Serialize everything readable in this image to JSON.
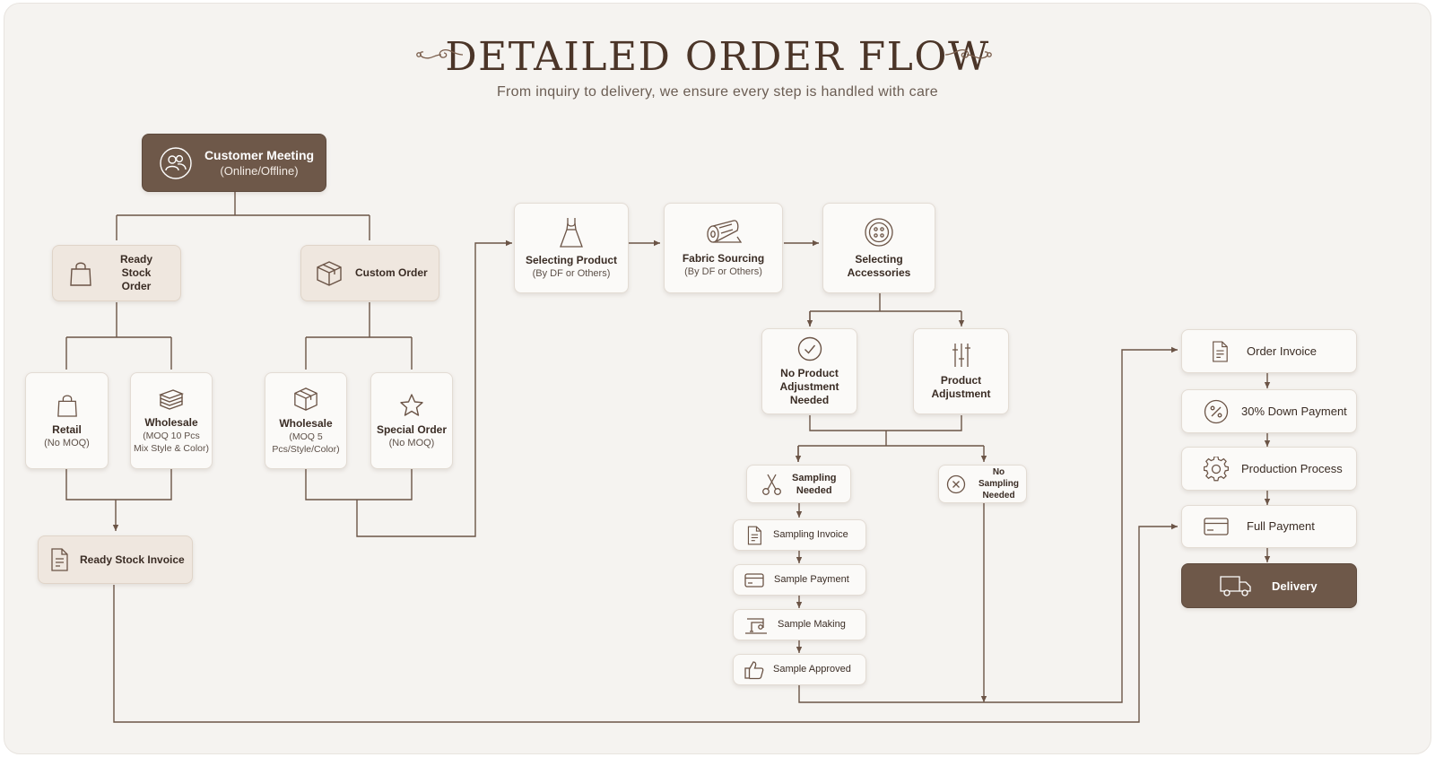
{
  "header": {
    "title": "DETAILED ORDER FLOW",
    "subtitle": "From inquiry to delivery, we ensure every step is handled with care"
  },
  "nodes": {
    "customer_meeting": {
      "label": "Customer Meeting",
      "sub": "(Online/Offline)",
      "icon": "people-icon"
    },
    "ready_stock_order": {
      "label": "Ready Stock\nOrder",
      "icon": "shopping-bag-icon"
    },
    "custom_order": {
      "label": "Custom Order",
      "icon": "box-icon"
    },
    "retail": {
      "label": "Retail",
      "sub": "(No MOQ)",
      "icon": "shopping-bag-icon"
    },
    "wholesale_ready": {
      "label": "Wholesale",
      "sub": "(MOQ 10 Pcs\nMix Style & Color)",
      "icon": "stacked-fabric-icon"
    },
    "wholesale_custom": {
      "label": "Wholesale",
      "sub": "(MOQ 5\nPcs/Style/Color)",
      "icon": "box-icon"
    },
    "special_order": {
      "label": "Special Order",
      "sub": "(No MOQ)",
      "icon": "star-icon"
    },
    "ready_stock_invoice": {
      "label": "Ready Stock Invoice",
      "icon": "invoice-icon"
    },
    "selecting_product": {
      "label": "Selecting Product",
      "sub": "(By DF or Others)",
      "icon": "dress-icon"
    },
    "fabric_sourcing": {
      "label": "Fabric Sourcing",
      "sub": "(By DF or Others)",
      "icon": "fabric-roll-icon"
    },
    "selecting_accessories": {
      "label": "Selecting\nAccessories",
      "icon": "button-icon"
    },
    "no_product_adjustment": {
      "label": "No Product\nAdjustment\nNeeded",
      "icon": "check-circle-icon"
    },
    "product_adjustment": {
      "label": "Product\nAdjustment",
      "icon": "sliders-icon"
    },
    "sampling_needed": {
      "label": "Sampling\nNeeded",
      "icon": "scissors-icon"
    },
    "no_sampling_needed": {
      "label": "No Sampling\nNeeded",
      "icon": "x-circle-icon"
    },
    "sampling_invoice": {
      "label": "Sampling Invoice",
      "icon": "invoice-icon"
    },
    "sample_payment": {
      "label": "Sample Payment",
      "icon": "card-icon"
    },
    "sample_making": {
      "label": "Sample Making",
      "icon": "sewing-machine-icon"
    },
    "sample_approved": {
      "label": "Sample Approved",
      "icon": "thumbs-up-icon"
    },
    "order_invoice": {
      "label": "Order Invoice",
      "icon": "invoice-icon"
    },
    "down_payment": {
      "label": "30% Down Payment",
      "icon": "percent-icon"
    },
    "production_process": {
      "label": "Production Process",
      "icon": "gear-icon"
    },
    "full_payment": {
      "label": "Full Payment",
      "icon": "card-icon"
    },
    "delivery": {
      "label": "Delivery",
      "icon": "truck-icon"
    }
  },
  "colors": {
    "background": "#f5f3f0",
    "card": "#fbfaf8",
    "card_tan": "#efe7df",
    "card_dark": "#6e5849",
    "title": "#4b3528",
    "connector": "#6b5446"
  }
}
